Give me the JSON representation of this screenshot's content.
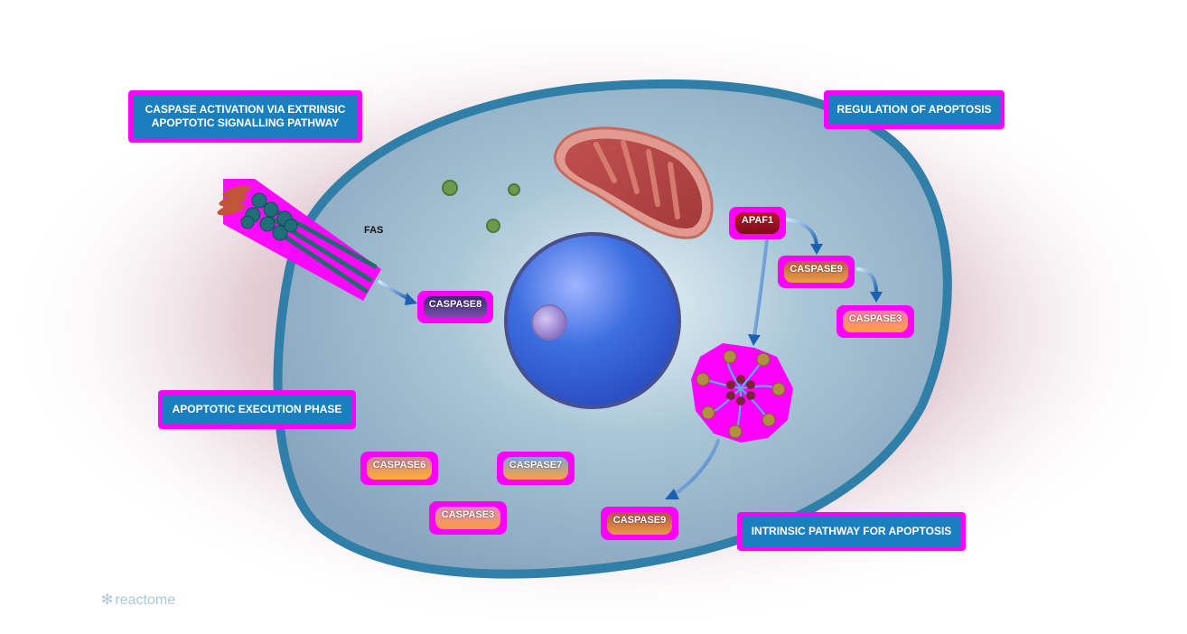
{
  "labels": {
    "extrinsic": "CASPASE ACTIVATION VIA EXTRINSIC APOPTOTIC SIGNALLING PATHWAY",
    "regulation": "REGULATION OF APOPTOSIS",
    "execution": "APOPTOTIC EXECUTION PHASE",
    "intrinsic": "INTRINSIC PATHWAY FOR APOPTOSIS"
  },
  "proteins": {
    "fas": "FAS",
    "caspase8": "CASPASE8",
    "apaf1": "APAF1",
    "caspase9_top": "CASPASE9",
    "caspase3_right": "CASPASE3",
    "caspase6": "CASPASE6",
    "caspase7": "CASPASE7",
    "caspase3_bottom": "CASPASE3",
    "caspase9_bottom": "CASPASE9"
  },
  "brand": {
    "name": "reactome"
  },
  "colors": {
    "highlight": "#ff00ff",
    "label_fill": "#1a7fbf",
    "cell_border": "#2f7fa8",
    "nucleus": "#2e63d6"
  }
}
